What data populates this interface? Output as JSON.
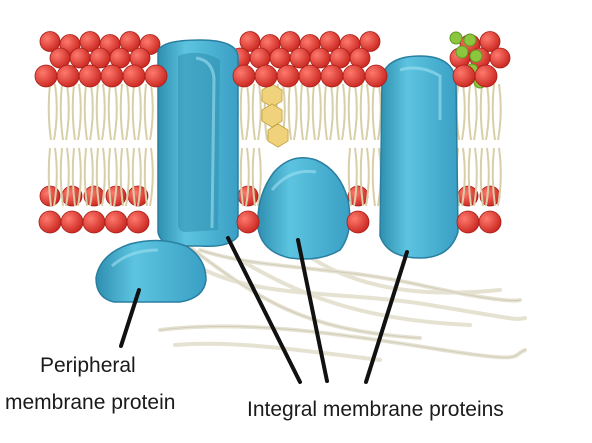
{
  "labels": {
    "peripheral_line1": "Peripheral",
    "peripheral_line2": "membrane protein",
    "integral": "Integral membrane proteins"
  },
  "colors": {
    "phospholipid_head": "#e03a33",
    "phospholipid_tail": "#efe6c4",
    "protein": "#4fb8d6",
    "protein_dark": "#2f8fb0",
    "carbohydrate_fiber": "#ece9dc",
    "cholesterol": "#efd27a",
    "glycolipid_sugar": "#8cc63f",
    "pointer_line": "#111111"
  }
}
